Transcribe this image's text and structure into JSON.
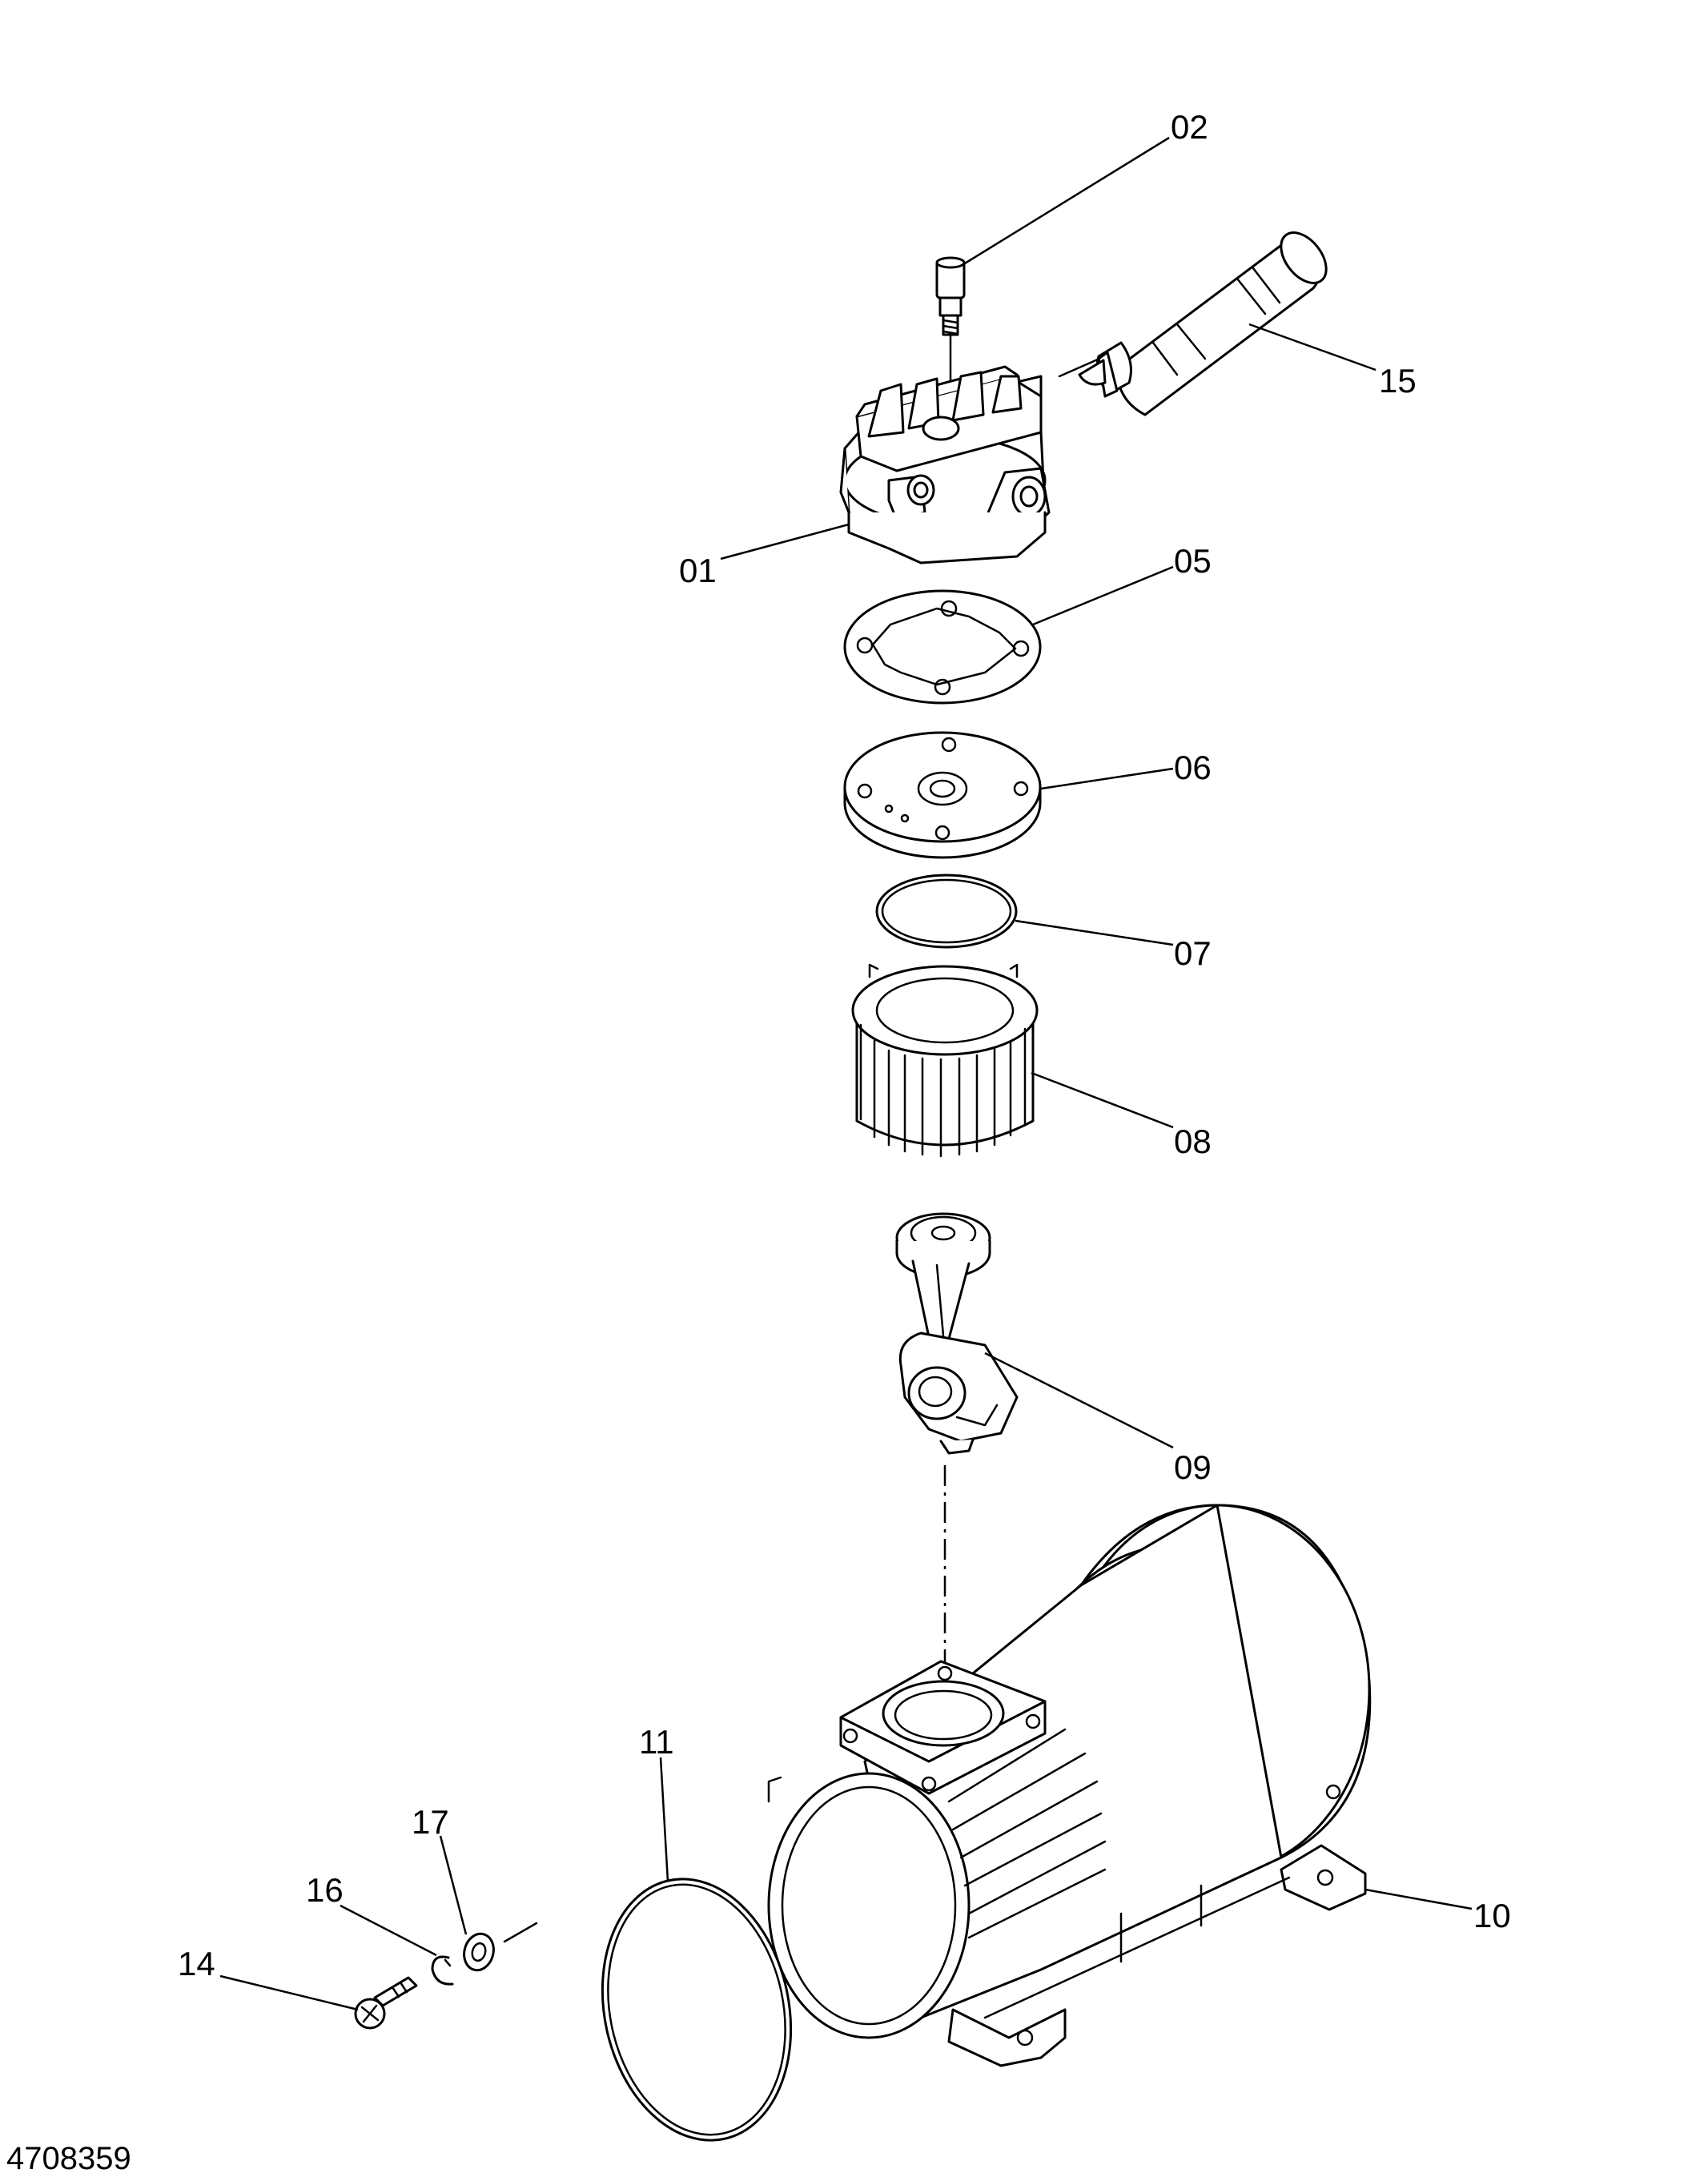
{
  "drawing_number": "4708359",
  "line_color": "#000000",
  "background_color": "#ffffff",
  "parts": [
    {
      "label": "01",
      "icon": "cylinder-head-icon"
    },
    {
      "label": "02",
      "icon": "hex-socket-bolt-icon"
    },
    {
      "label": "05",
      "icon": "head-gasket-icon"
    },
    {
      "label": "06",
      "icon": "valve-plate-icon"
    },
    {
      "label": "07",
      "icon": "o-ring-icon"
    },
    {
      "label": "08",
      "icon": "finned-cylinder-icon"
    },
    {
      "label": "09",
      "icon": "connecting-rod-piston-icon"
    },
    {
      "label": "10",
      "icon": "motor-crankcase-icon"
    },
    {
      "label": "11",
      "icon": "large-o-ring-icon"
    },
    {
      "label": "14",
      "icon": "screw-icon"
    },
    {
      "label": "15",
      "icon": "silencer-filter-icon"
    },
    {
      "label": "16",
      "icon": "lock-washer-icon"
    },
    {
      "label": "17",
      "icon": "flat-washer-icon"
    }
  ]
}
